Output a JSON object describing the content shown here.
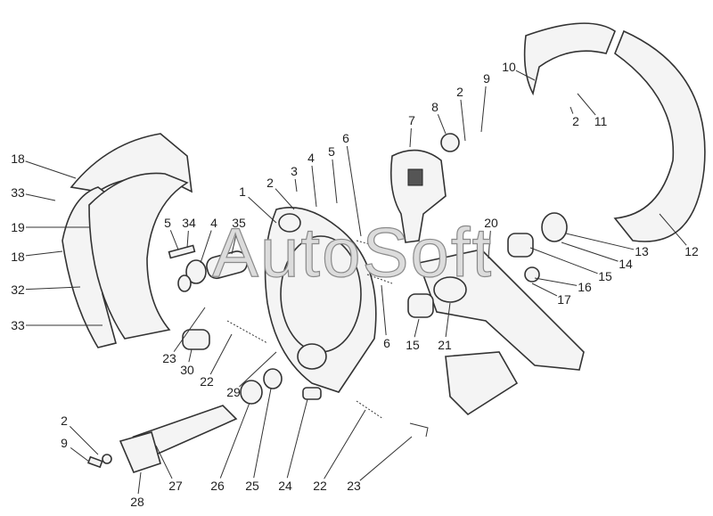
{
  "title": "Brake mechanism exploded parts diagram",
  "watermark": "AutoSoft",
  "callouts": [
    "18",
    "33",
    "19",
    "18",
    "32",
    "33",
    "5",
    "34",
    "4",
    "35",
    "1",
    "2",
    "3",
    "4",
    "5",
    "6",
    "7",
    "8",
    "2",
    "9",
    "10",
    "2",
    "11",
    "20",
    "13",
    "14",
    "15",
    "16",
    "17",
    "12",
    "6",
    "15",
    "21",
    "23",
    "30",
    "22",
    "29",
    "2",
    "9",
    "28",
    "27",
    "26",
    "25",
    "24",
    "22",
    "23"
  ]
}
